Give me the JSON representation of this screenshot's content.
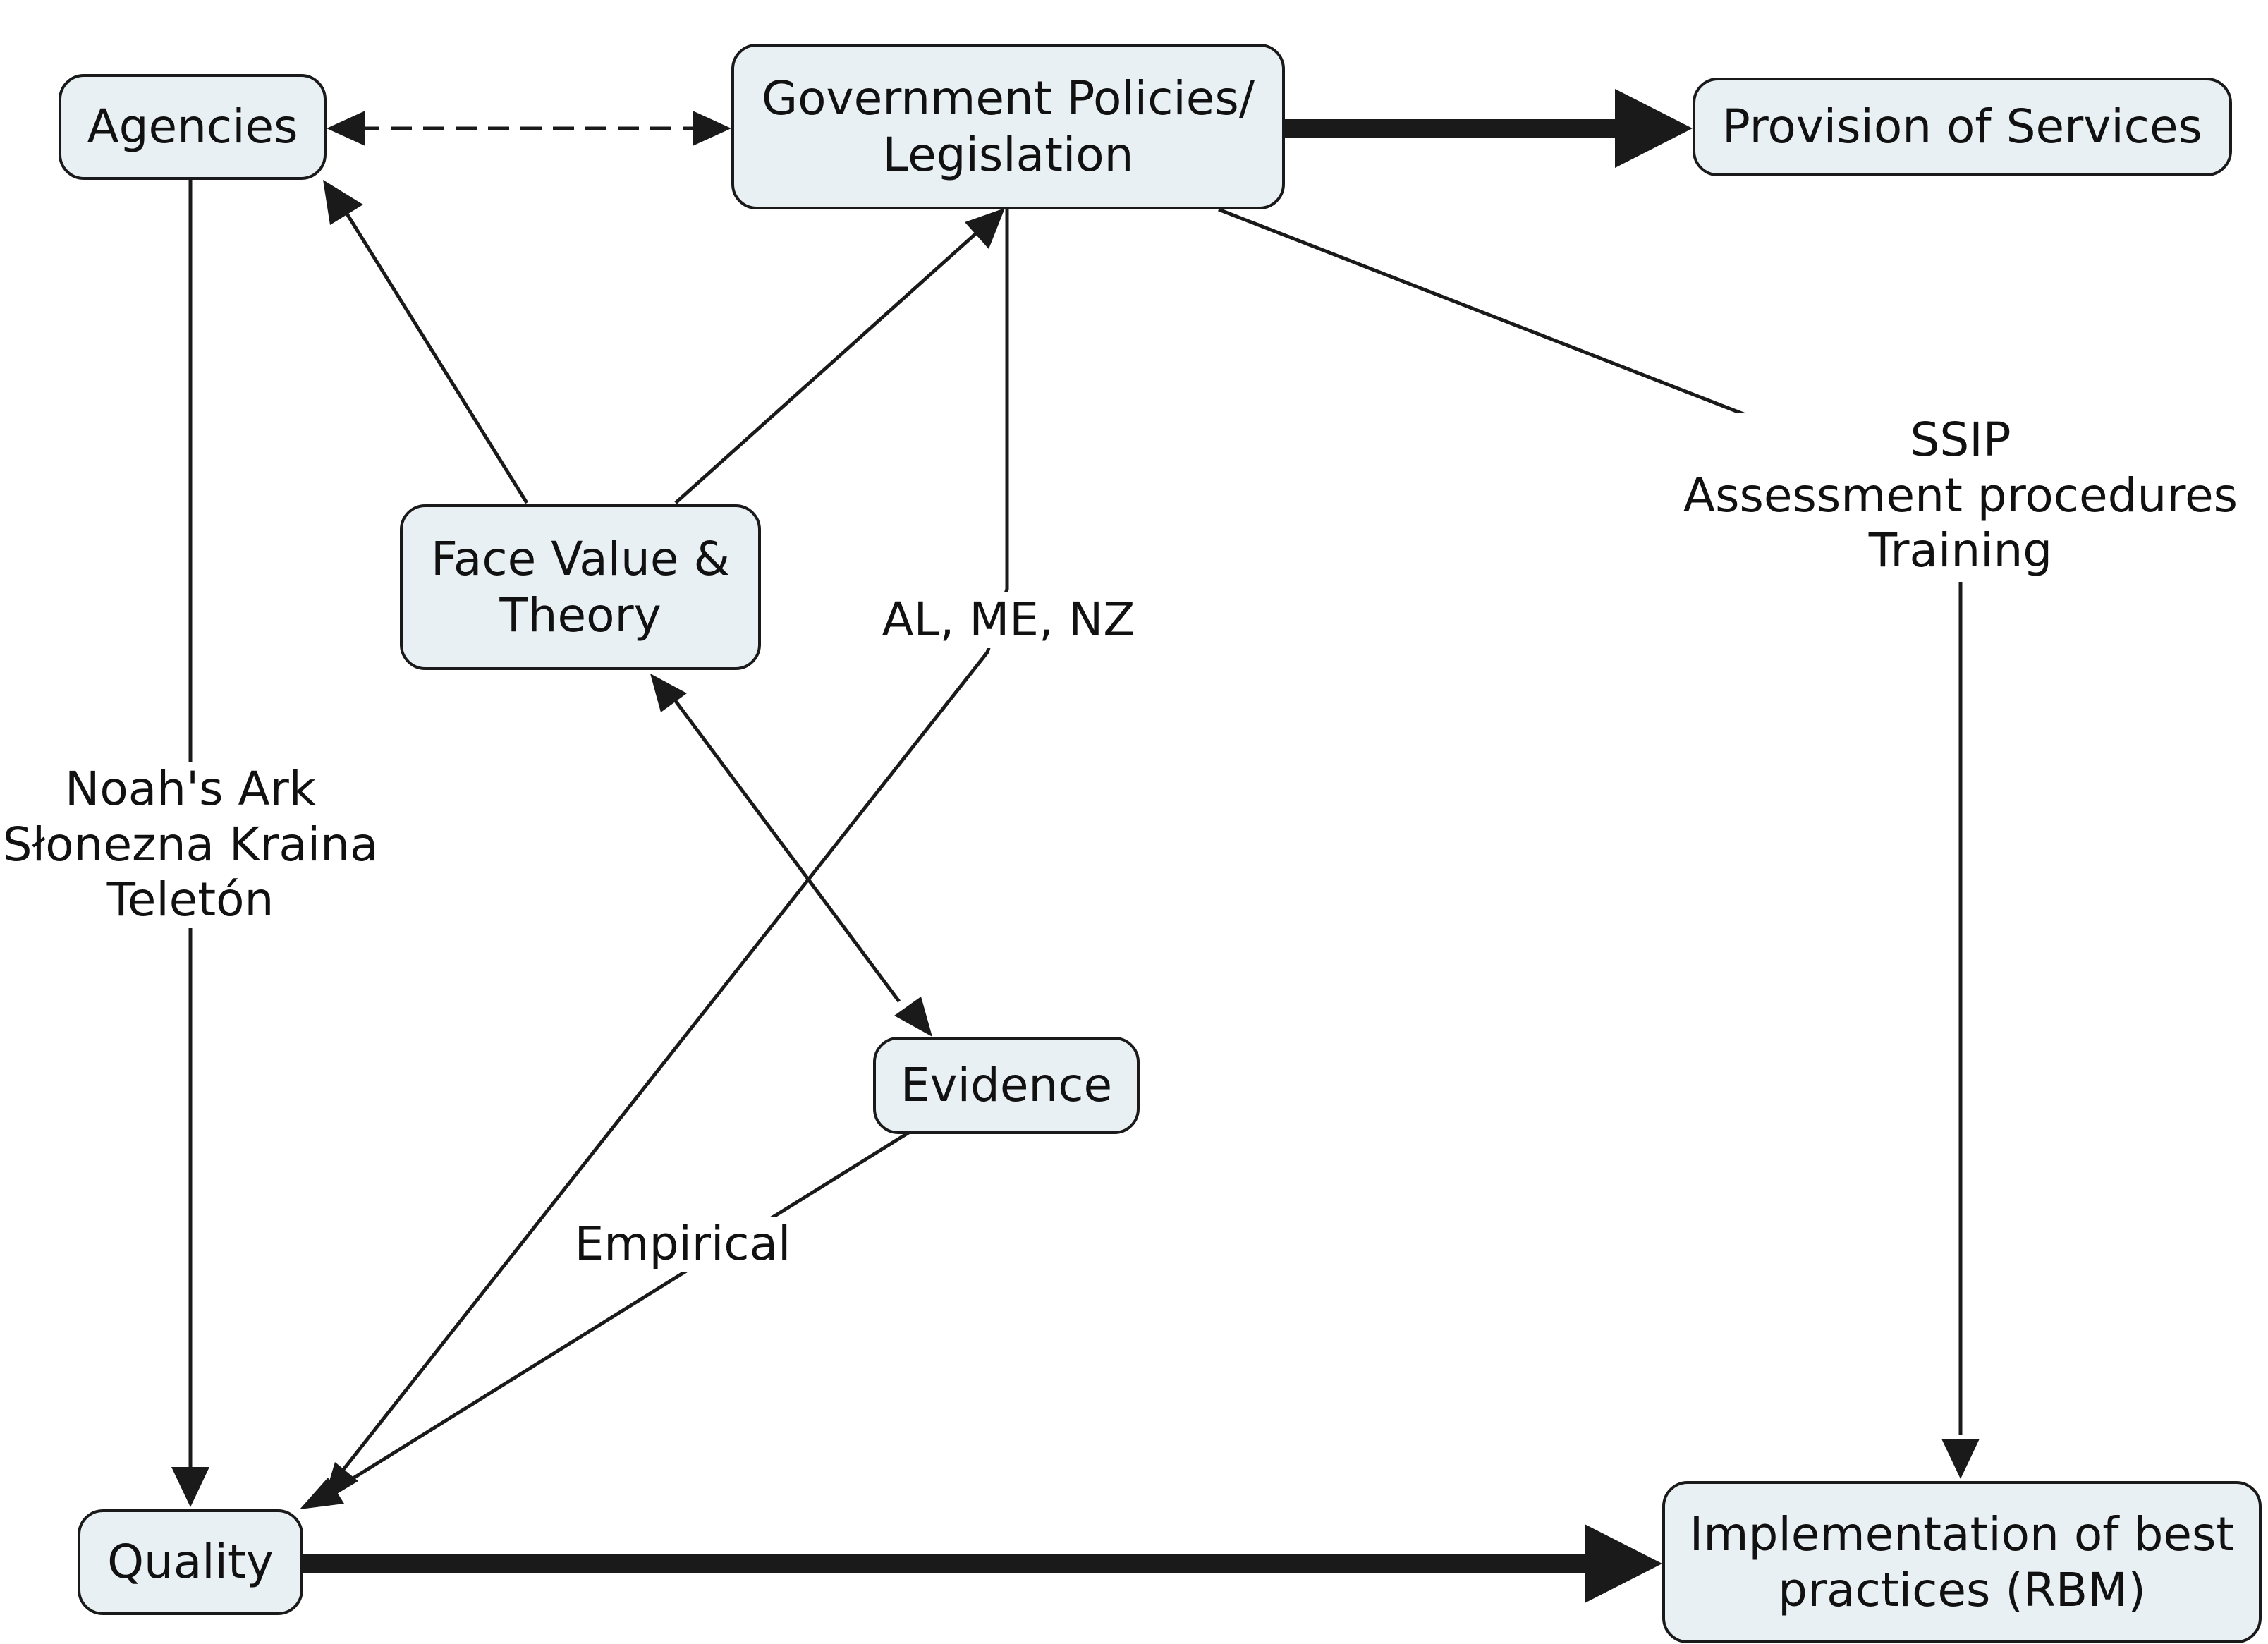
{
  "nodes": {
    "agencies": "Agencies",
    "government": [
      "Government Policies/",
      "Legislation"
    ],
    "provision": "Provision of Services",
    "face_value": [
      "Face Value &",
      "Theory"
    ],
    "evidence": "Evidence",
    "quality": "Quality",
    "implementation": [
      "Implementation of best",
      "practices (RBM)"
    ]
  },
  "edge_labels": {
    "agencies_quality": [
      "Noah's Ark",
      "Słonezna Kraina",
      "Teletón"
    ],
    "government_quality": "AL, ME, NZ",
    "government_implementation": [
      "SSIP",
      "Assessment procedures",
      "Training"
    ],
    "evidence_quality": "Empirical"
  },
  "colors": {
    "node_fill": "#e8f0f4",
    "stroke": "#1a1a1a"
  }
}
